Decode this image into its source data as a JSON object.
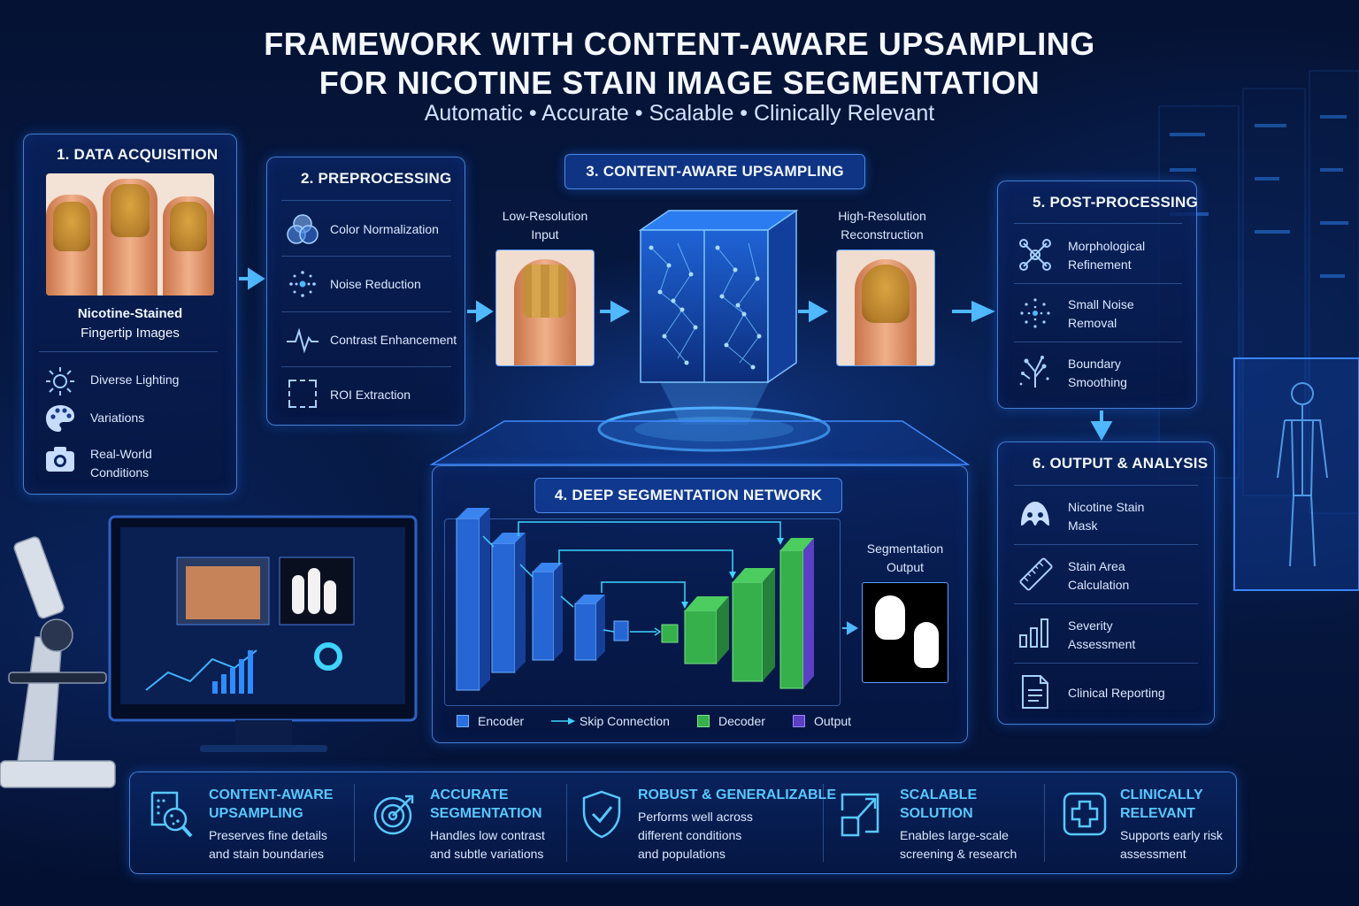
{
  "title": {
    "line1": "FRAMEWORK WITH CONTENT-AWARE UPSAMPLING",
    "line2": "FOR NICOTINE STAIN IMAGE SEGMENTATION",
    "subtitle": "Automatic • Accurate • Scalable • Clinically Relevant"
  },
  "acquisition": {
    "title": "1. DATA ACQUISITION",
    "caption_line1": "Nicotine-Stained",
    "caption_line2": "Fingertip Images",
    "items": [
      {
        "icon": "sun-icon",
        "label_line1": "Diverse Lighting",
        "label_line2": ""
      },
      {
        "icon": "palette-icon",
        "label_line1": "Variations",
        "label_line2": ""
      },
      {
        "icon": "camera-icon",
        "label_line1": "Real-World",
        "label_line2": "Conditions"
      }
    ]
  },
  "preprocessing": {
    "title": "2. PREPROCESSING",
    "items": [
      {
        "icon": "color-circles-icon",
        "label": "Color Normalization"
      },
      {
        "icon": "dots-icon",
        "label": "Noise Reduction"
      },
      {
        "icon": "waveform-icon",
        "label": "Contrast Enhancement"
      },
      {
        "icon": "roi-bracket-icon",
        "label": "ROI Extraction"
      }
    ]
  },
  "upsampling": {
    "title": "3. CONTENT-AWARE UPSAMPLING",
    "low_res_line1": "Low-Resolution",
    "low_res_line2": "Input",
    "high_res_line1": "High-Resolution",
    "high_res_line2": "Reconstruction"
  },
  "network": {
    "title": "4. DEEP SEGMENTATION NETWORK",
    "output_line1": "Segmentation",
    "output_line2": "Output",
    "legend": [
      {
        "label": "Encoder",
        "color": "#2a6fe0"
      },
      {
        "label": "Skip Connection",
        "color": "#3fd3ff"
      },
      {
        "label": "Decoder",
        "color": "#35b04a"
      },
      {
        "label": "Output",
        "color": "#5b3fc4"
      }
    ]
  },
  "postprocessing": {
    "title": "5. POST-PROCESSING",
    "items": [
      {
        "icon": "graph-nodes-icon",
        "label_line1": "Morphological",
        "label_line2": "Refinement"
      },
      {
        "icon": "scatter-dots-icon",
        "label_line1": "Small Noise",
        "label_line2": "Removal"
      },
      {
        "icon": "branch-icon",
        "label_line1": "Boundary",
        "label_line2": "Smoothing"
      }
    ]
  },
  "output": {
    "title": "6. OUTPUT & ANALYSIS",
    "items": [
      {
        "icon": "mask-icon",
        "label_line1": "Nicotine Stain",
        "label_line2": "Mask"
      },
      {
        "icon": "ruler-icon",
        "label_line1": "Stain Area",
        "label_line2": "Calculation"
      },
      {
        "icon": "bar-chart-icon",
        "label_line1": "Severity",
        "label_line2": "Assessment"
      },
      {
        "icon": "document-icon",
        "label_line1": "Clinical Reporting",
        "label_line2": ""
      }
    ]
  },
  "features": [
    {
      "icon": "magnifier-icon",
      "title_line1": "CONTENT-AWARE",
      "title_line2": "UPSAMPLING",
      "desc_line1": "Preserves fine details",
      "desc_line2": "and stain boundaries",
      "desc_line3": ""
    },
    {
      "icon": "target-icon",
      "title_line1": "ACCURATE",
      "title_line2": "SEGMENTATION",
      "desc_line1": "Handles low contrast",
      "desc_line2": "and subtle variations",
      "desc_line3": ""
    },
    {
      "icon": "shield-check-icon",
      "title_line1": "ROBUST & GENERALIZABLE",
      "title_line2": "",
      "desc_line1": "Performs well across",
      "desc_line2": "different conditions",
      "desc_line3": "and populations"
    },
    {
      "icon": "scale-arrow-icon",
      "title_line1": "SCALABLE",
      "title_line2": "SOLUTION",
      "desc_line1": "Enables large-scale",
      "desc_line2": "screening & research",
      "desc_line3": ""
    },
    {
      "icon": "medical-cross-icon",
      "title_line1": "CLINICALLY",
      "title_line2": "RELEVANT",
      "desc_line1": "Supports early risk",
      "desc_line2": "assessment",
      "desc_line3": ""
    }
  ],
  "colors": {
    "accent": "#58c8ff",
    "panel_border": "#5aa0ff",
    "encoder": "#2a6fe0",
    "decoder": "#35b04a",
    "output": "#5b3fc4"
  }
}
